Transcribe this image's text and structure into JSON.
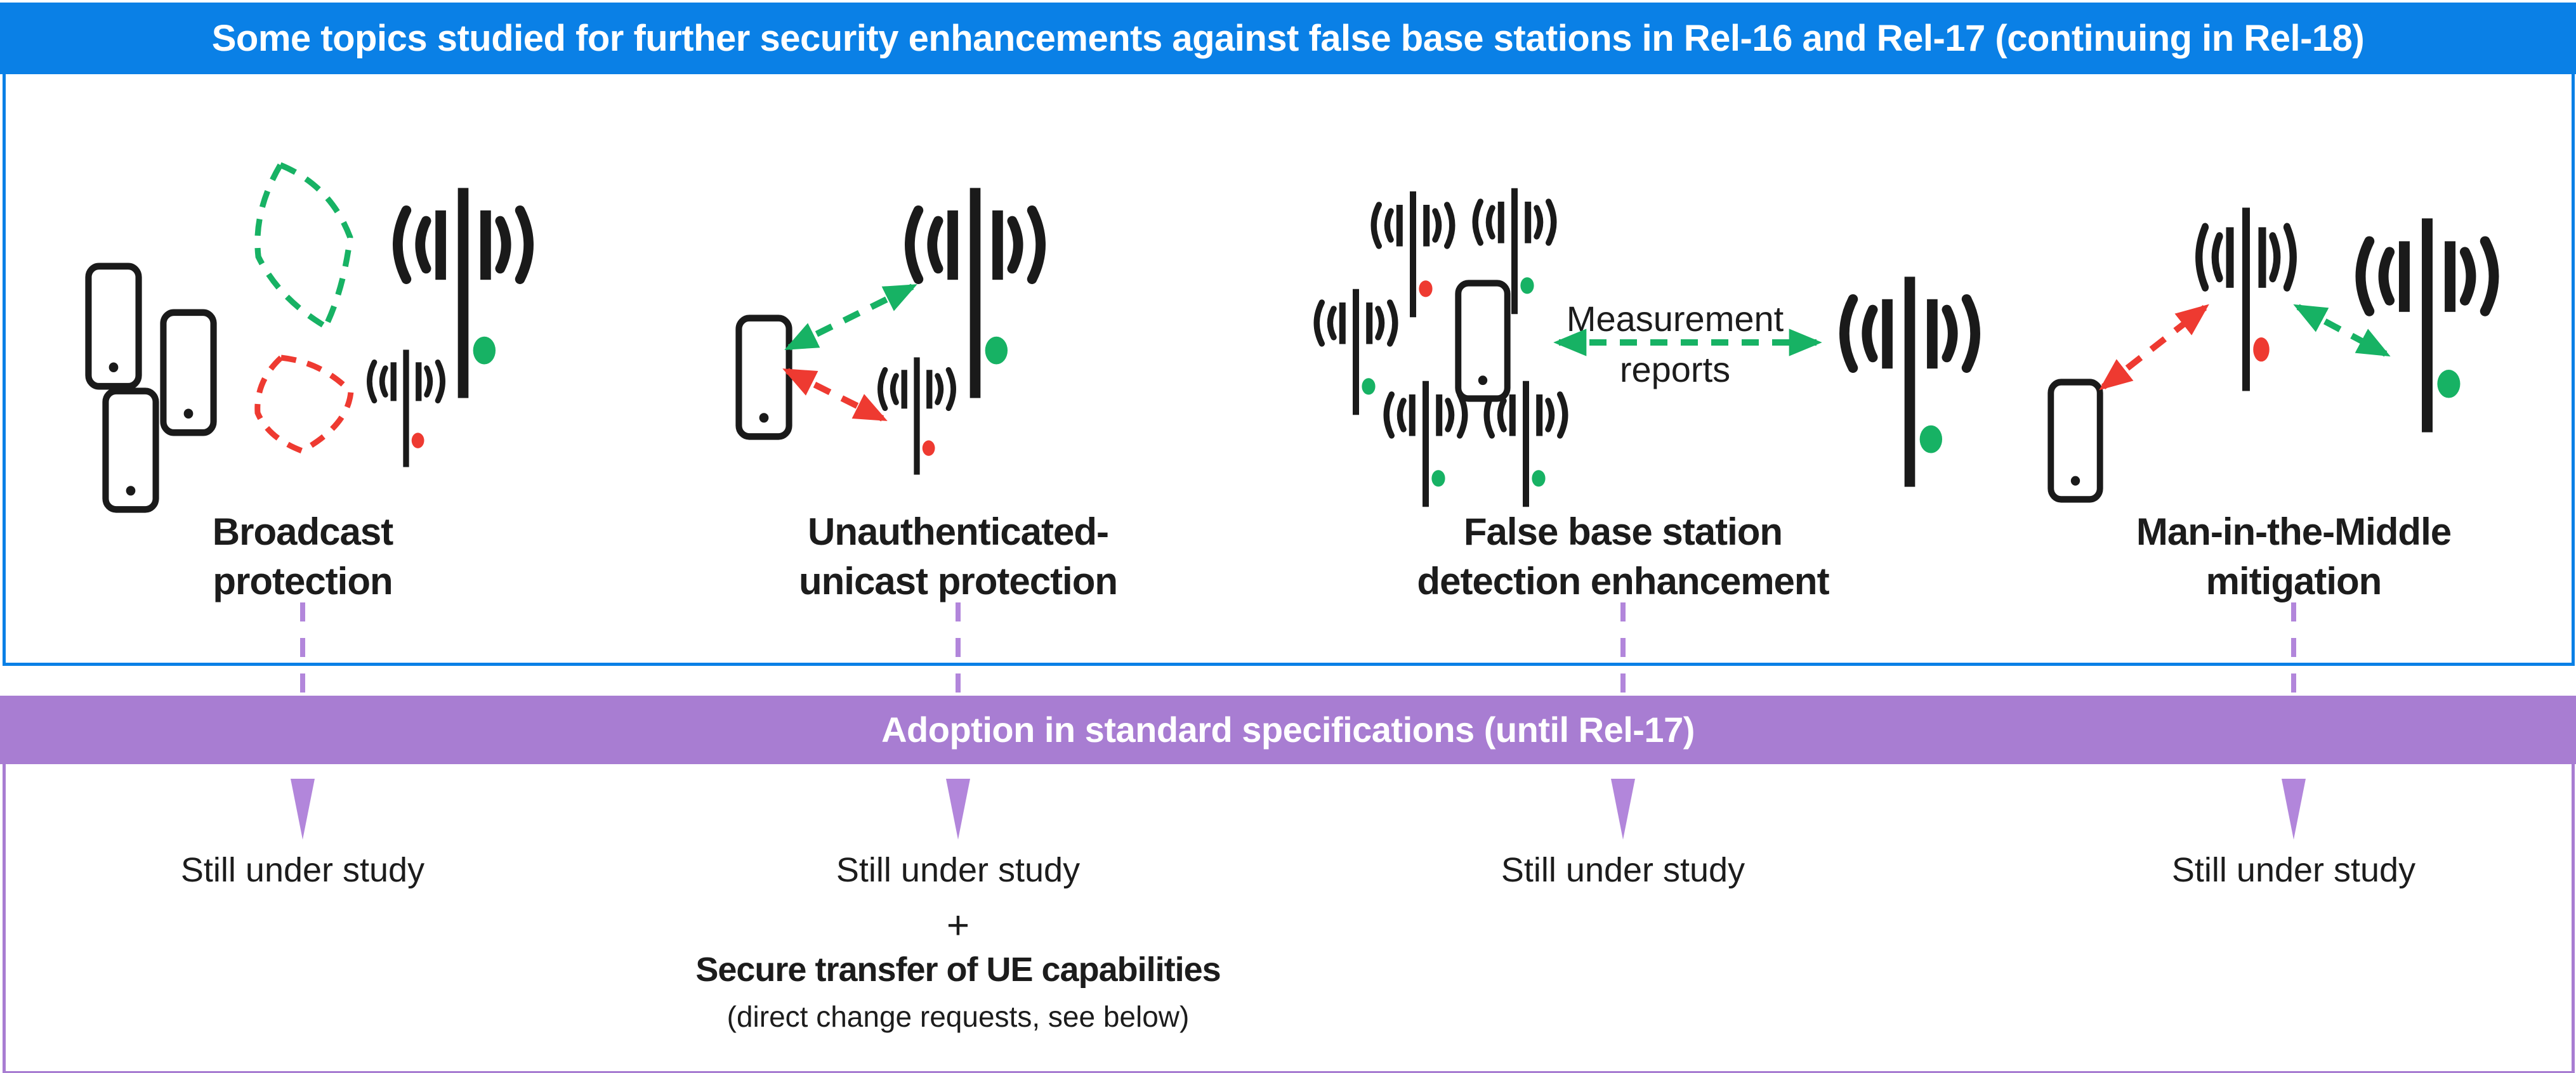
{
  "title_banner": {
    "text": "Some topics studied for further security enhancements against false base stations in Rel-16 and Rel-17 (continuing in Rel-18)"
  },
  "adoption_banner": {
    "text": "Adoption in standard specifications (until Rel-17)"
  },
  "scenarios": [
    {
      "label_line1": "Broadcast",
      "label_line2": "protection",
      "outcome": "Still under study"
    },
    {
      "label_line1": "Unauthenticated-",
      "label_line2": "unicast protection",
      "outcome": "Still under study",
      "outcome_plus": "+",
      "outcome_extra": "Secure transfer of UE capabilities",
      "outcome_note": "(direct change requests, see below)"
    },
    {
      "label_line1": "False base station",
      "label_line2": "detection enhancement",
      "outcome": "Still under study",
      "annotation_line1": "Measurement",
      "annotation_line2": "reports"
    },
    {
      "label_line1": "Man-in-the-Middle",
      "label_line2": "mitigation",
      "outcome": "Still under study"
    }
  ],
  "legend_colors": {
    "banner_blue": "#0a80e6",
    "banner_purple": "#a87dd2",
    "arrow_purple": "#b286db",
    "genuine_base_station_dot": "#17b264",
    "false_base_station_dot": "#ee3a31",
    "ink": "#1c1c1c"
  }
}
